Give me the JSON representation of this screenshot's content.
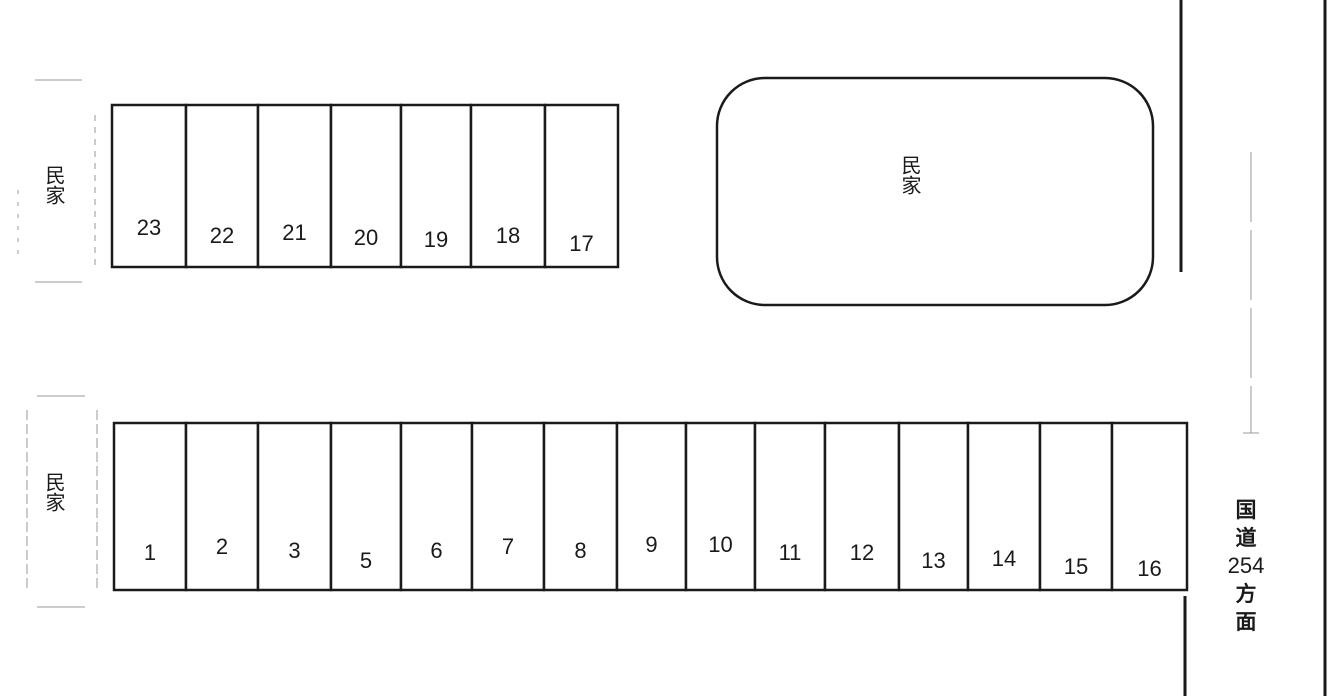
{
  "diagram": {
    "type": "parking-lot-layout",
    "labels": {
      "house": "民家",
      "road_line1": "国",
      "road_line2": "道",
      "road_number": "254",
      "road_line3": "方",
      "road_line4": "面"
    },
    "houses": [
      {
        "id": "house-top-left",
        "label": "民家"
      },
      {
        "id": "house-center",
        "label": "民家"
      },
      {
        "id": "house-bottom-left",
        "label": "民家"
      }
    ],
    "top_row": {
      "stalls": [
        {
          "number": "23"
        },
        {
          "number": "22"
        },
        {
          "number": "21"
        },
        {
          "number": "20"
        },
        {
          "number": "19"
        },
        {
          "number": "18"
        },
        {
          "number": "17"
        }
      ]
    },
    "bottom_row": {
      "stalls": [
        {
          "number": "1"
        },
        {
          "number": "2"
        },
        {
          "number": "3"
        },
        {
          "number": "5"
        },
        {
          "number": "6"
        },
        {
          "number": "7"
        },
        {
          "number": "8"
        },
        {
          "number": "9"
        },
        {
          "number": "10"
        },
        {
          "number": "11"
        },
        {
          "number": "12"
        },
        {
          "number": "13"
        },
        {
          "number": "14"
        },
        {
          "number": "15"
        },
        {
          "number": "16"
        }
      ]
    },
    "road": {
      "direction_label": "国道254方面"
    },
    "colors": {
      "ink": "#1a1a1a",
      "faint": "#9a9a9a",
      "background": "#ffffff"
    }
  }
}
